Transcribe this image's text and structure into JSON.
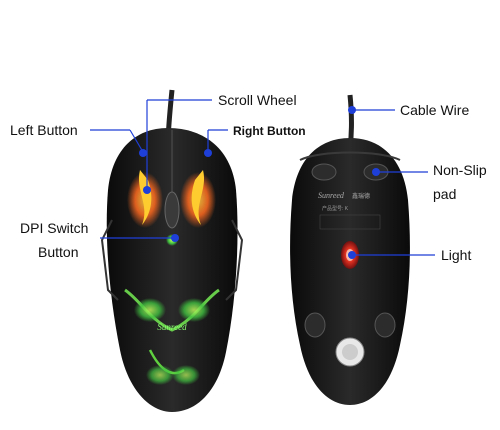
{
  "labels": {
    "scroll_wheel": "Scroll Wheel",
    "left_button": "Left Button",
    "right_button": "Right Button",
    "dpi_switch_line1": "DPI Switch",
    "dpi_switch_line2": "Button",
    "cable_wire": "Cable Wire",
    "non_slip_line1": "Non-Slip",
    "non_slip_line2": "pad",
    "light": "Light"
  },
  "mouse": {
    "brand": "Sunreed",
    "brand_cn": "鑫瑞德",
    "underside_text": "产品型号: K"
  },
  "colors": {
    "marker": "#1e3fd8",
    "leader_line": "#1e3fd8",
    "mouse_body": "#151515",
    "light": "#e03020"
  }
}
